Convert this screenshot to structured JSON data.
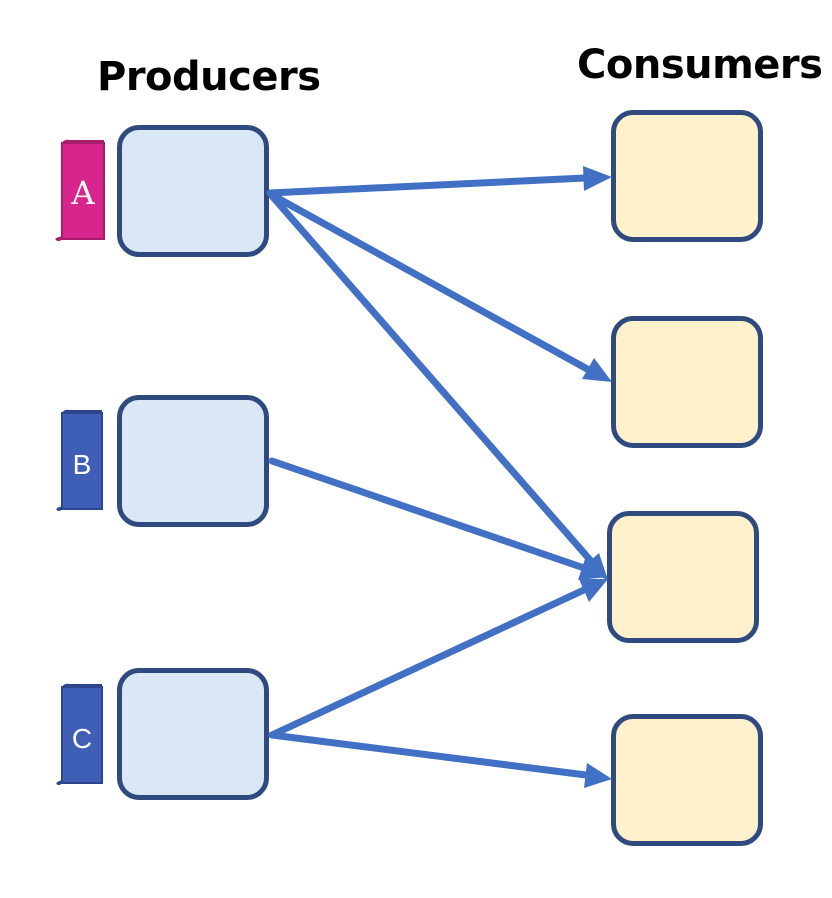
{
  "headings": {
    "producers": "Producers",
    "consumers": "Consumers"
  },
  "producers": [
    {
      "tag": "A",
      "tag_color": "#D6268D"
    },
    {
      "tag": "B",
      "tag_color": "#3F5FB7"
    },
    {
      "tag": "C",
      "tag_color": "#3F5FB7"
    }
  ],
  "consumer_count": 4,
  "connections": [
    {
      "from": "A",
      "to": 1
    },
    {
      "from": "A",
      "to": 2
    },
    {
      "from": "A",
      "to": 3
    },
    {
      "from": "B",
      "to": 3
    },
    {
      "from": "C",
      "to": 3
    },
    {
      "from": "C",
      "to": 4
    }
  ],
  "colors": {
    "arrow": "#4170C4",
    "producer_fill": "#DAE8F5",
    "consumer_fill": "#FFF1CC",
    "node_border": "#2F4A7F"
  }
}
